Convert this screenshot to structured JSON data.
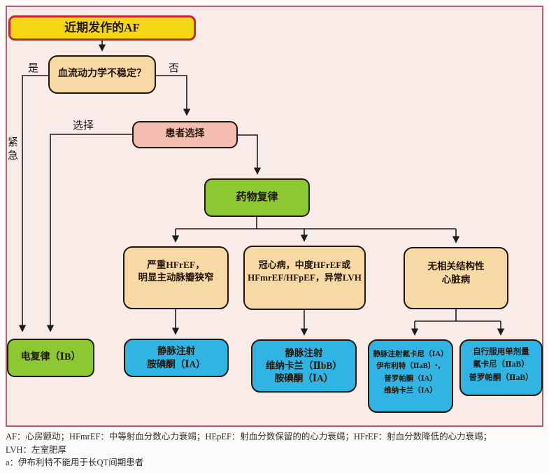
{
  "nodes": {
    "recent_af": {
      "label": "近期发作的AF"
    },
    "hemodynamic": {
      "label": "血流动力学不稳定？"
    },
    "patient_choice": {
      "label": "患者选择"
    },
    "drug_cardioversion": {
      "label": "药物复律"
    },
    "severe_hfref": {
      "lines": [
        "严重HFrEF，",
        "明显主动脉瓣狭窄"
      ]
    },
    "cad": {
      "lines": [
        "冠心病，中度HFrEF或",
        "HFmrEF/HFpEF，异常LVH"
      ]
    },
    "no_structural": {
      "lines": [
        "无相关结构性",
        "心脏病"
      ]
    },
    "electrical": {
      "label": "电复律（ⅠB）"
    },
    "iv_amiodarone": {
      "lines": [
        "静脉注射",
        "胺碘酮（ⅠA）"
      ]
    },
    "iv_vernakalant": {
      "lines": [
        "静脉注射",
        "维纳卡兰（ⅡbB）",
        "胺碘酮（ⅠA）"
      ]
    },
    "iv_flecainide": {
      "lines": [
        "静脉注射氟卡尼（ⅠA）",
        "伊布利特（ⅡaB）ᵃ，",
        "普罗帕酮（ⅠA）",
        "维纳卡兰（ⅠA）"
      ]
    },
    "pill_in_pocket": {
      "lines": [
        "自行服用单剂量",
        "氟卡尼（ⅡaB）",
        "普罗帕酮（ⅡaB）"
      ]
    }
  },
  "edge_labels": {
    "yes": "是",
    "no": "否",
    "select": "选择",
    "urgent": "紧\n急"
  },
  "footnotes": [
    "AF：心房颤动；HFmrEF：中等射血分数心力衰竭；HEpEF：射血分数保留的的心力衰竭；HFrEF：射血分数降低的心力衰竭；",
    "LVH：左室肥厚",
    "a：伊布利特不能用于长QT间期患者"
  ],
  "colors": {
    "frame_background": "#f8ebe8",
    "frame_border": "#b2616f",
    "title_fill": "#f3d713",
    "title_border": "#c9252d",
    "peach_fill": "#f6d9a4",
    "pink_fill": "#f5bcb2",
    "green_fill": "#8bc832",
    "blue_fill": "#2fb4e4",
    "node_border": "#241509",
    "line_color": "#1c1c1c"
  }
}
